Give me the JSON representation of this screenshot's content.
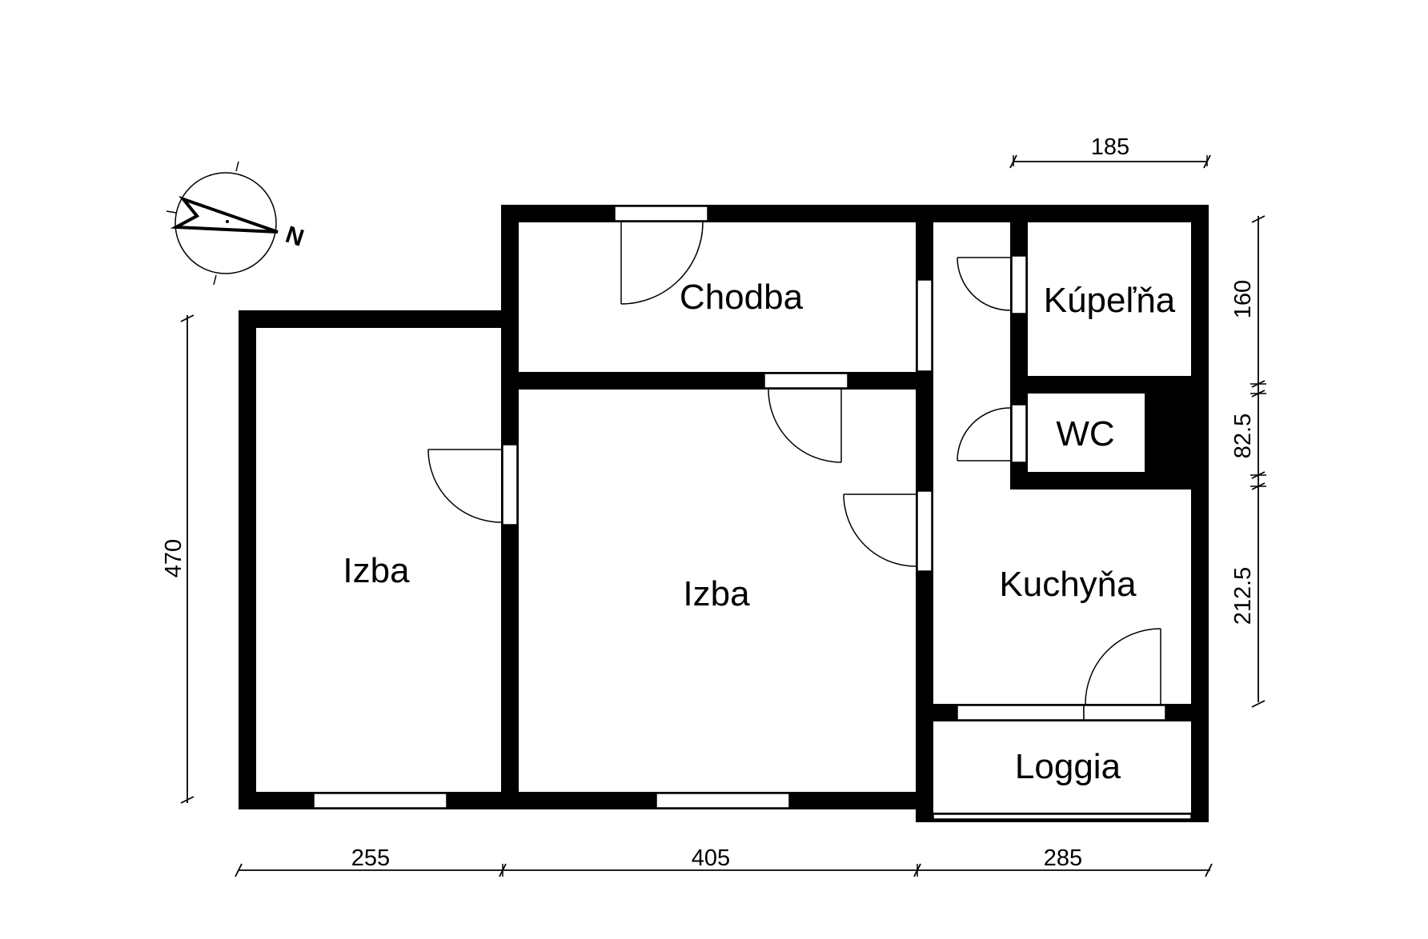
{
  "rooms": {
    "chodba": "Chodba",
    "kupelna": "Kúpeľňa",
    "wc": "WC",
    "izba_left": "Izba",
    "izba_center": "Izba",
    "kuchyna": "Kuchyňa",
    "loggia": "Loggia"
  },
  "dimensions": {
    "top": "185",
    "left": "470",
    "right_top": "160",
    "right_mid": "82.5",
    "right_bottom": "212.5",
    "bottom_left": "255",
    "bottom_mid": "405",
    "bottom_right": "285"
  },
  "compass": {
    "label": "N"
  }
}
